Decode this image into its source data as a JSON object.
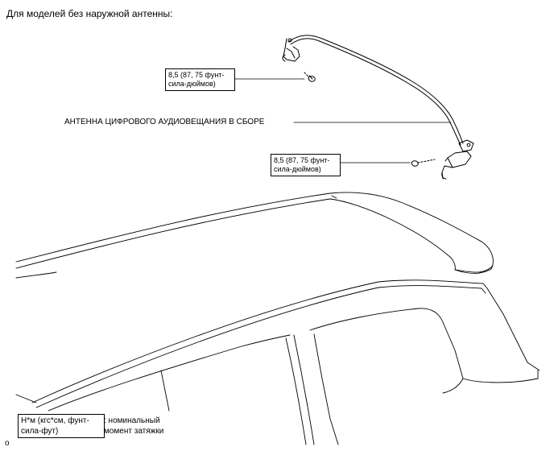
{
  "heading": "Для моделей без наружной антенны:",
  "part_label": "АНТЕННА ЦИФРОВОГО АУДИОВЕЩАНИЯ В СБОРЕ",
  "torque_callouts": [
    {
      "line1": "8,5 (87, 75 фунт-",
      "line2": "сила-дюймов)"
    },
    {
      "line1": "8,5 (87, 75 фунт-",
      "line2": "сила-дюймов)"
    }
  ],
  "legend": {
    "box_line1": "Н*м (кгс*см, фунт-",
    "box_line2": "сила-фут)",
    "desc_line1": ": номинальный",
    "desc_line2": "момент затяжки"
  },
  "corner_mark": "o"
}
